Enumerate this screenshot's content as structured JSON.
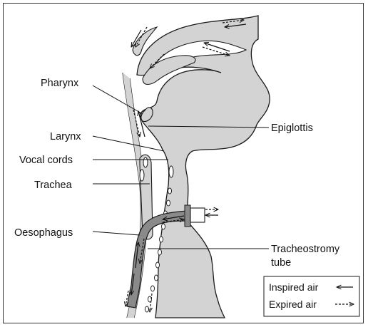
{
  "labels": {
    "pharynx": "Pharynx",
    "larynx": "Larynx",
    "vocal_cords": "Vocal cords",
    "trachea": "Trachea",
    "oesophagus": "Oesophagus",
    "epiglottis": "Epiglottis",
    "tracheostomy_line1": "Tracheostromy",
    "tracheostomy_line2": "tube"
  },
  "legend": {
    "inspired": "Inspired air",
    "expired": "Expired air"
  },
  "colors": {
    "tissue": "#d3d3d3",
    "outline": "#1a1a1a",
    "tube": "#888888"
  }
}
